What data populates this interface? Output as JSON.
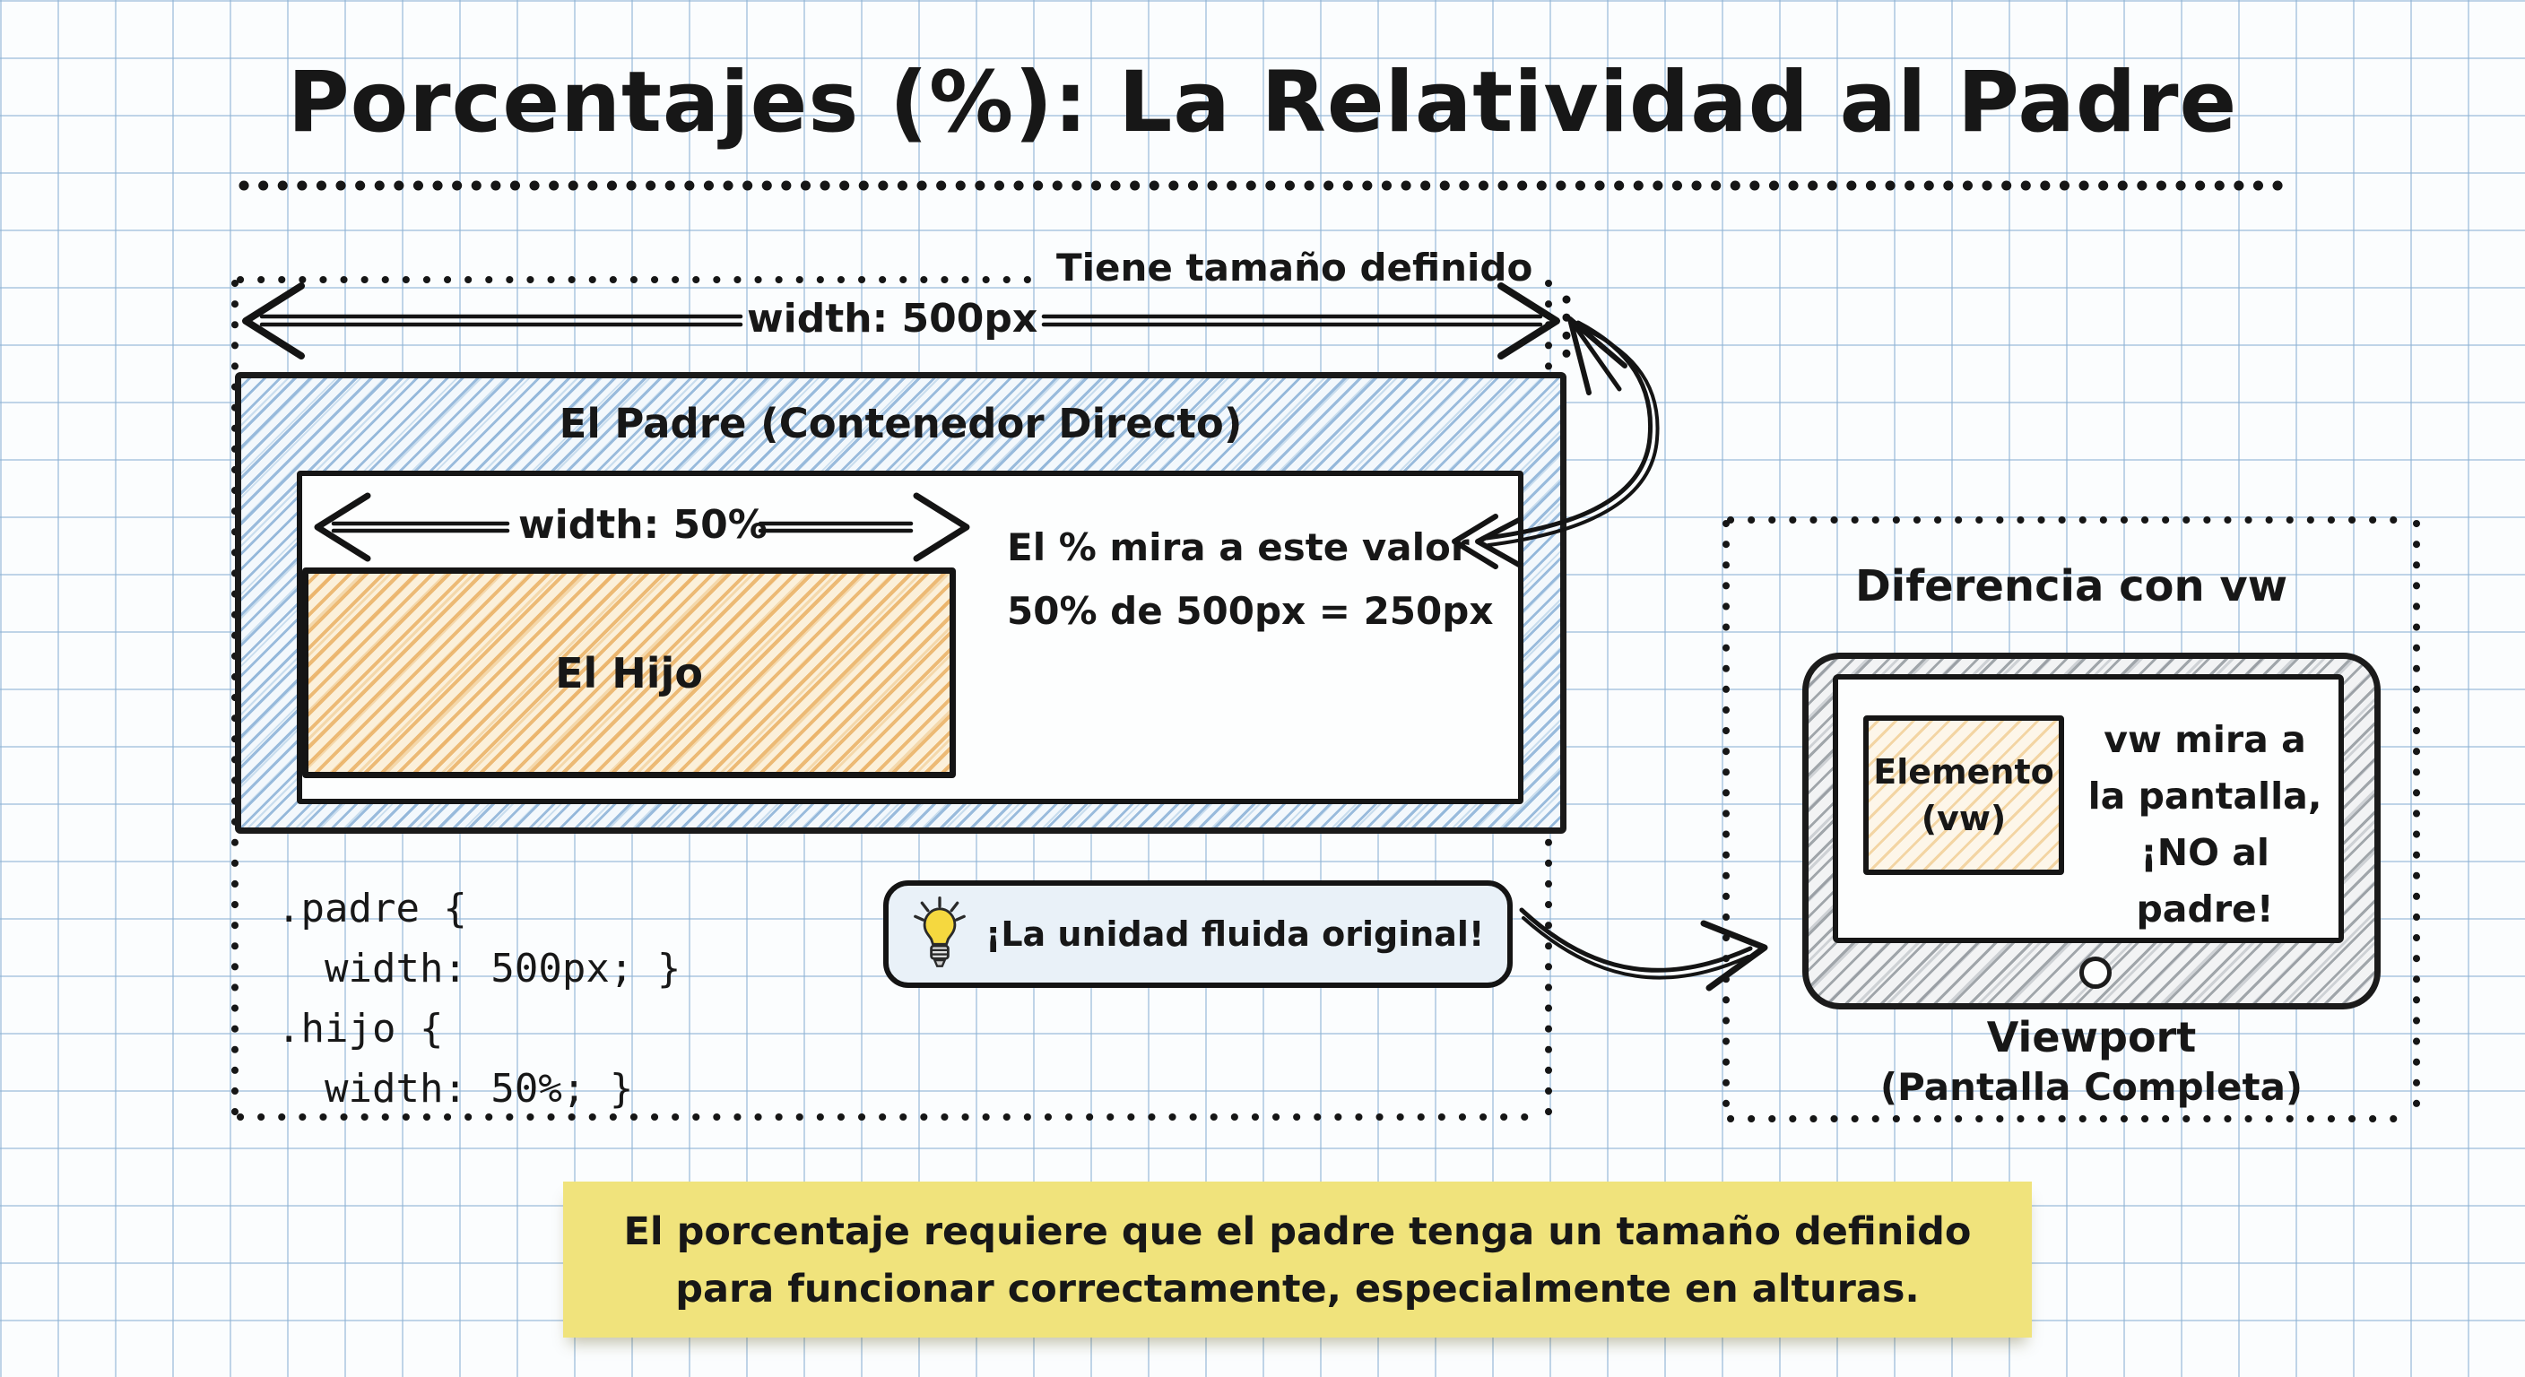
{
  "title": "Porcentajes (%): La Relatividad al Padre",
  "parent_diagram": {
    "defined_size_label": "Tiene tamaño definido",
    "width_parent_label": "width: 500px",
    "parent_box_label": "El Padre (Contenedor Directo)",
    "width_child_label": "width: 50%",
    "child_box_label": "El Hijo",
    "percent_note_line1": "El % mira a este valor",
    "percent_note_line2": "50% de 500px = 250px",
    "code_lines": [
      ".padre {",
      "  width: 500px; }",
      ".hijo {",
      "  width: 50%; }"
    ]
  },
  "callout": {
    "icon": "lightbulb-icon",
    "text": "¡La unidad fluida original!"
  },
  "viewport_diagram": {
    "heading": "Diferencia con vw",
    "element_line1": "Elemento",
    "element_line2": "(vw)",
    "note_line1": "vw mira a",
    "note_line2": "la pantalla,",
    "note_line3": "¡NO al padre!",
    "caption_line1": "Viewport",
    "caption_line2": "(Pantalla Completa)"
  },
  "footer_note": {
    "line1": "El porcentaje requiere que el padre tenga un tamaño definido",
    "line2": "para funcionar correctamente, especialmente en alturas."
  },
  "colors": {
    "paper": "#fbfdfe",
    "grid_line": "#a5c5e0",
    "ink": "#171717",
    "parent_hatch_blue": "#a9cbe5",
    "child_hatch_orange": "#ecbd80",
    "callout_bg": "#e9f1f8",
    "bulb_yellow": "#f5d83f",
    "bezel_hatch_gray": "#a4a9ad",
    "note_bg": "#f0e37c"
  }
}
